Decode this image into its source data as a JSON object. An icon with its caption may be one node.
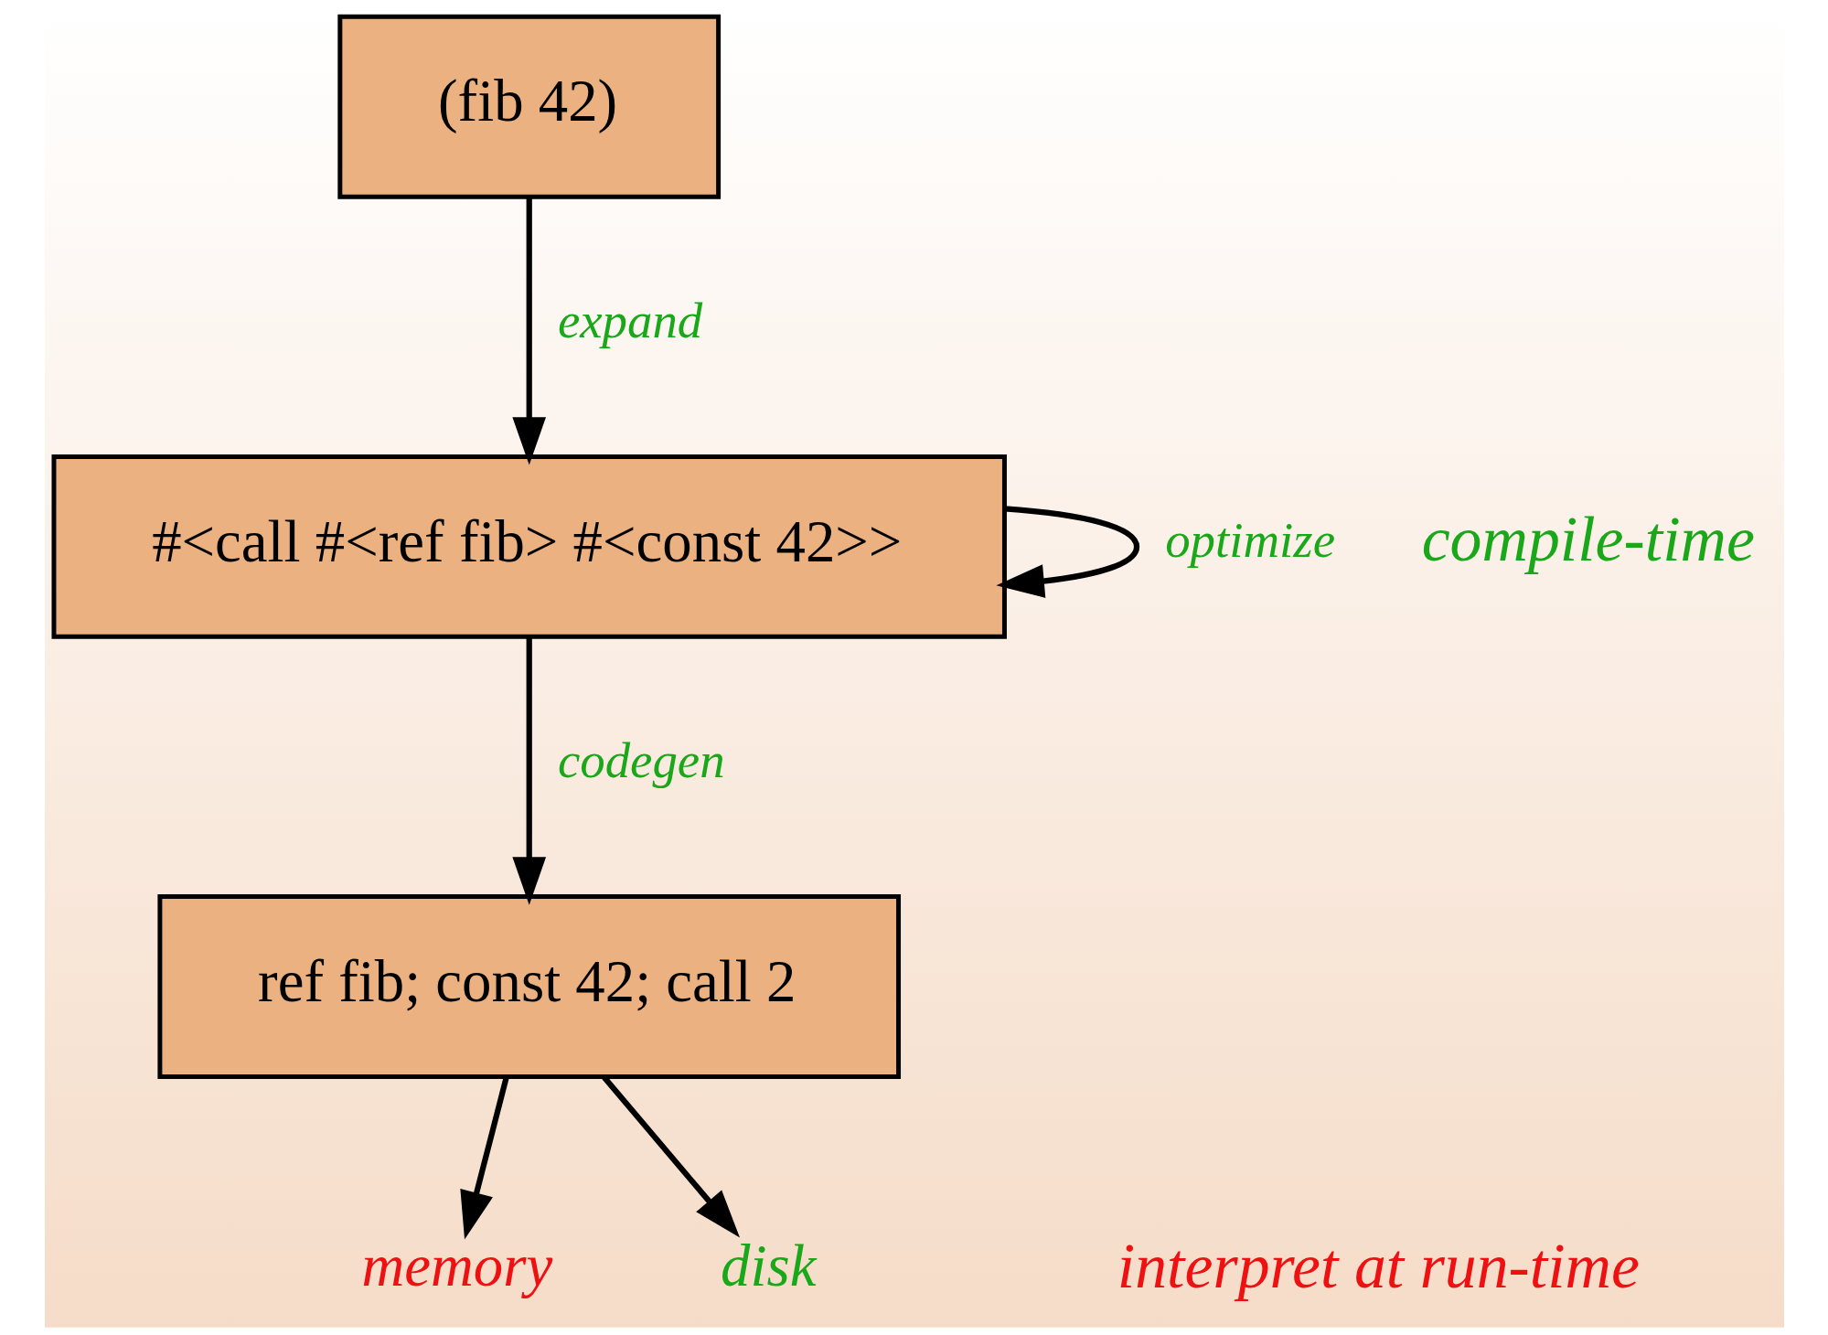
{
  "diagram": {
    "nodes": [
      {
        "text": [
          "(fib 42)"
        ]
      },
      {
        "text": [
          "#<call #<ref fib> #<const 42>>"
        ]
      },
      {
        "text": [
          "ref fib; const 42; call 2"
        ]
      },
      {
        "text": [
          "memory"
        ]
      },
      {
        "text": [
          "disk"
        ]
      }
    ],
    "edges": [
      {
        "from": 0,
        "to": 1,
        "arrow": "to",
        "label": "expand"
      },
      {
        "from": 1,
        "to": 1,
        "arrow": "to",
        "label": "optimize"
      },
      {
        "from": 1,
        "to": 2,
        "arrow": "to",
        "label": "codegen"
      },
      {
        "from": 2,
        "to": 3,
        "arrow": "to"
      },
      {
        "from": 2,
        "to": 4,
        "arrow": "to"
      }
    ],
    "labels": [
      "compile-time",
      "interpret at run-time"
    ]
  }
}
